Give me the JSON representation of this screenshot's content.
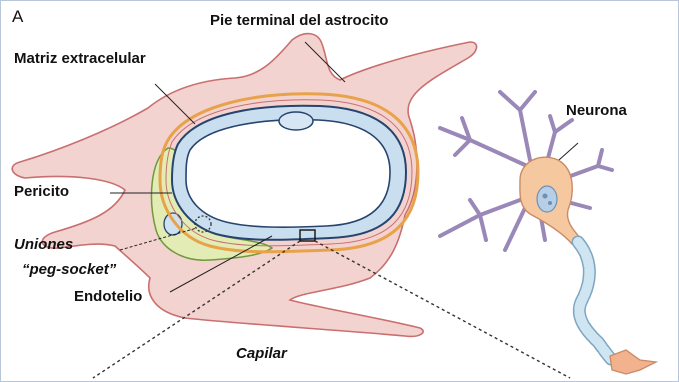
{
  "figure": {
    "panel_letter": "A",
    "labels": {
      "astrocyte_endfoot": "Pie terminal del astrocito",
      "extracellular_matrix": "Matriz extracelular",
      "neuron": "Neurona",
      "pericyte": "Pericito",
      "junctions_line1": "Uniones",
      "junctions_line2": "“peg-socket”",
      "endothelium": "Endotelio",
      "capillary": "Capilar"
    },
    "colors": {
      "astrocyte_fill": "#f3d3d0",
      "astrocyte_stroke": "#c96f6f",
      "membrane_orange": "#e8a24a",
      "endothelium_fill": "#c9dff0",
      "endothelium_stroke": "#27446e",
      "lumen": "#ffffff",
      "pericyte_fill": "#e3ecb4",
      "pericyte_stroke": "#6f9a3c",
      "neuron_body": "#f6c8a0",
      "neuron_nucleus": "#b7cfe6",
      "dendrites": "#9a88b8",
      "axon_myelin": "#cfe6f2",
      "axon_terminal": "#f2b28e",
      "frame": "#b9c6d8"
    }
  }
}
